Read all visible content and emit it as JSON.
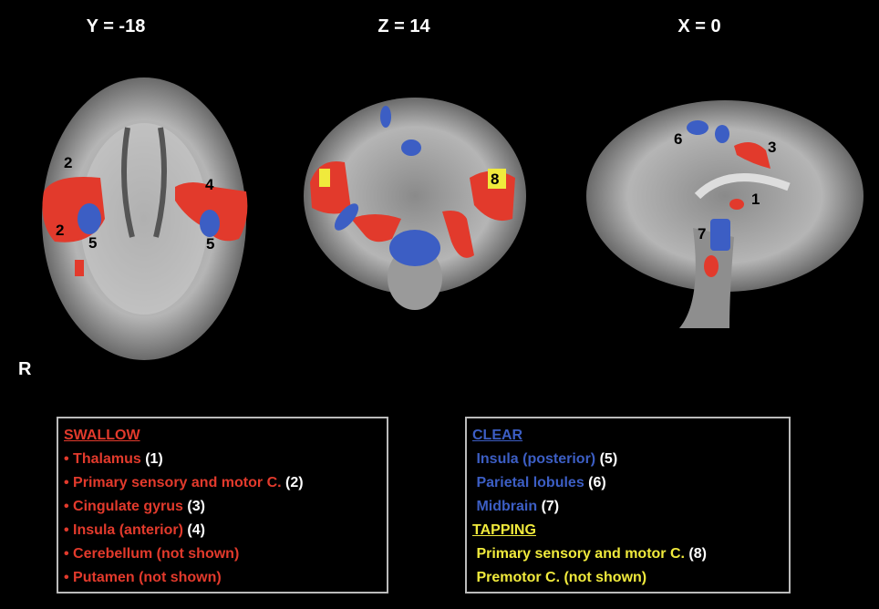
{
  "panels": [
    {
      "title": "Y = -18",
      "labels": [
        "2",
        "2",
        "5",
        "4",
        "5"
      ]
    },
    {
      "title": "Z = 14",
      "labels": [
        "8"
      ]
    },
    {
      "title": "X = 0",
      "labels": [
        "6",
        "3",
        "1",
        "7"
      ]
    }
  ],
  "orientation_label": "R",
  "colors": {
    "swallow": "#e23a2c",
    "clear": "#3c5ec4",
    "tapping": "#f0ea3c"
  },
  "legend_left": {
    "heading": "SWALLOW",
    "items": [
      {
        "text": "• Thalamus",
        "ref": "(1)"
      },
      {
        "text": "• Primary sensory and motor C.",
        "ref": "(2)"
      },
      {
        "text": "• Cingulate gyrus",
        "ref": "(3)"
      },
      {
        "text": "• Insula (anterior)",
        "ref": "(4)"
      },
      {
        "text": "• Cerebellum (not shown)",
        "ref": ""
      },
      {
        "text": "• Putamen (not shown)",
        "ref": ""
      }
    ]
  },
  "legend_right": {
    "clear_heading": "CLEAR",
    "clear_items": [
      {
        "text": "Insula (posterior)",
        "ref": "(5)"
      },
      {
        "text": "Parietal lobules",
        "ref": "(6)"
      },
      {
        "text": "Midbrain",
        "ref": "(7)"
      }
    ],
    "tapping_heading": "TAPPING",
    "tapping_items": [
      {
        "text": "Primary sensory and motor C.",
        "ref": "(8)"
      },
      {
        "text": "Premotor C. (not shown)",
        "ref": ""
      }
    ]
  }
}
